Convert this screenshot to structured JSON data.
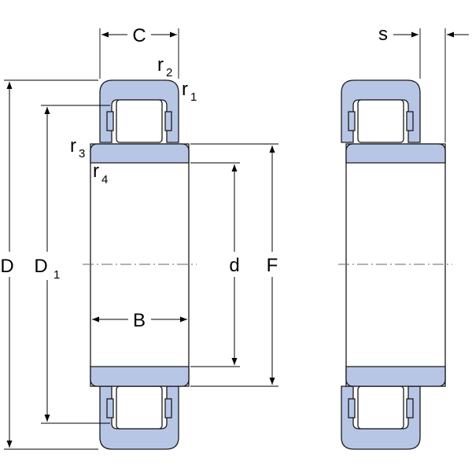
{
  "labels": {
    "C": "C",
    "s": "s",
    "r1": "r",
    "r1_sub": "1",
    "r2": "r",
    "r2_sub": "2",
    "r3": "r",
    "r3_sub": "3",
    "r4": "r",
    "r4_sub": "4",
    "D": "D",
    "D1": "D",
    "D1_sub": "1",
    "d": "d",
    "F": "F",
    "B": "B"
  },
  "colors": {
    "ring_fill": "#b8c6e6",
    "outline": "#1a1a1a",
    "background": "#ffffff"
  }
}
